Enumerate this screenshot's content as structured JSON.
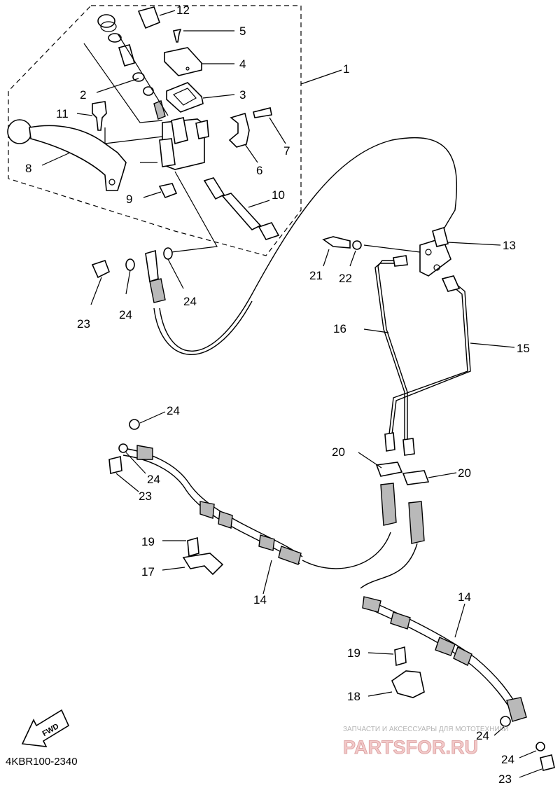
{
  "diagram_code": "4KBR100-2340",
  "fwd_label": "FWD",
  "watermark": {
    "line1": "ЗАПЧАСТИ И АКСЕССУАРЫ ДЛЯ МОТОТЕХНИКИ",
    "line2": "PARTSFOR.RU"
  },
  "callouts": [
    "1",
    "2",
    "3",
    "4",
    "5",
    "6",
    "7",
    "8",
    "9",
    "10",
    "11",
    "12",
    "13",
    "14",
    "15",
    "16",
    "17",
    "18",
    "19",
    "20",
    "21",
    "22",
    "23",
    "24"
  ],
  "labels": [
    {
      "key": "c12",
      "text": "12"
    },
    {
      "key": "c5",
      "text": "5"
    },
    {
      "key": "c4",
      "text": "4"
    },
    {
      "key": "c1",
      "text": "1"
    },
    {
      "key": "c2",
      "text": "2"
    },
    {
      "key": "c3",
      "text": "3"
    },
    {
      "key": "c11",
      "text": "11"
    },
    {
      "key": "c7",
      "text": "7"
    },
    {
      "key": "c8",
      "text": "8"
    },
    {
      "key": "c6",
      "text": "6"
    },
    {
      "key": "c9",
      "text": "9"
    },
    {
      "key": "c10",
      "text": "10"
    },
    {
      "key": "c13",
      "text": "13"
    },
    {
      "key": "c21",
      "text": "21"
    },
    {
      "key": "c22",
      "text": "22"
    },
    {
      "key": "c23a",
      "text": "23"
    },
    {
      "key": "c24a",
      "text": "24"
    },
    {
      "key": "c24b",
      "text": "24"
    },
    {
      "key": "c16",
      "text": "16"
    },
    {
      "key": "c15",
      "text": "15"
    },
    {
      "key": "c24c",
      "text": "24"
    },
    {
      "key": "c24d",
      "text": "24"
    },
    {
      "key": "c23b",
      "text": "23"
    },
    {
      "key": "c20a",
      "text": "20"
    },
    {
      "key": "c20b",
      "text": "20"
    },
    {
      "key": "c19a",
      "text": "19"
    },
    {
      "key": "c17",
      "text": "17"
    },
    {
      "key": "c14a",
      "text": "14"
    },
    {
      "key": "c14b",
      "text": "14"
    },
    {
      "key": "c19b",
      "text": "19"
    },
    {
      "key": "c18",
      "text": "18"
    },
    {
      "key": "c24e",
      "text": "24"
    },
    {
      "key": "c24f",
      "text": "24"
    },
    {
      "key": "c23c",
      "text": "23"
    }
  ]
}
